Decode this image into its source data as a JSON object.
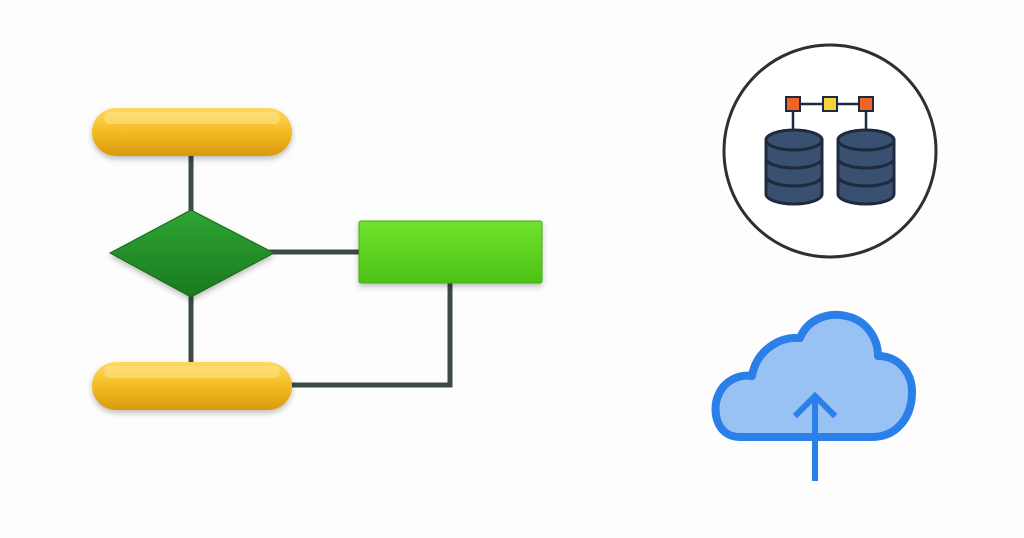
{
  "colors": {
    "background": "#fdfdfd",
    "terminator": "#f2b419",
    "terminator_highlight": "#ffd45a",
    "decision": "#1f8a23",
    "decision_highlight": "#2ea532",
    "process": "#58d31c",
    "process_highlight": "#7ae83a",
    "connector": "#3b4a45",
    "database_icon_ring": "#2f2f2f",
    "database_body": "#3a5070",
    "database_stroke": "#1e2a3e",
    "node_orange": "#f0642a",
    "node_yellow": "#f5d33a",
    "cloud_fill": "#99c2f4",
    "cloud_stroke": "#2a7fe8",
    "arrow": "#2a7fe8"
  },
  "flowchart": {
    "nodes": [
      {
        "id": "start",
        "kind": "terminator"
      },
      {
        "id": "decision",
        "kind": "decision"
      },
      {
        "id": "process",
        "kind": "process"
      },
      {
        "id": "end",
        "kind": "terminator"
      }
    ],
    "edges": [
      {
        "from": "start",
        "to": "decision"
      },
      {
        "from": "decision",
        "to": "process"
      },
      {
        "from": "decision",
        "to": "end"
      },
      {
        "from": "process",
        "to": "end"
      }
    ]
  },
  "icons": [
    {
      "name": "database-network-icon"
    },
    {
      "name": "cloud-upload-icon"
    }
  ]
}
